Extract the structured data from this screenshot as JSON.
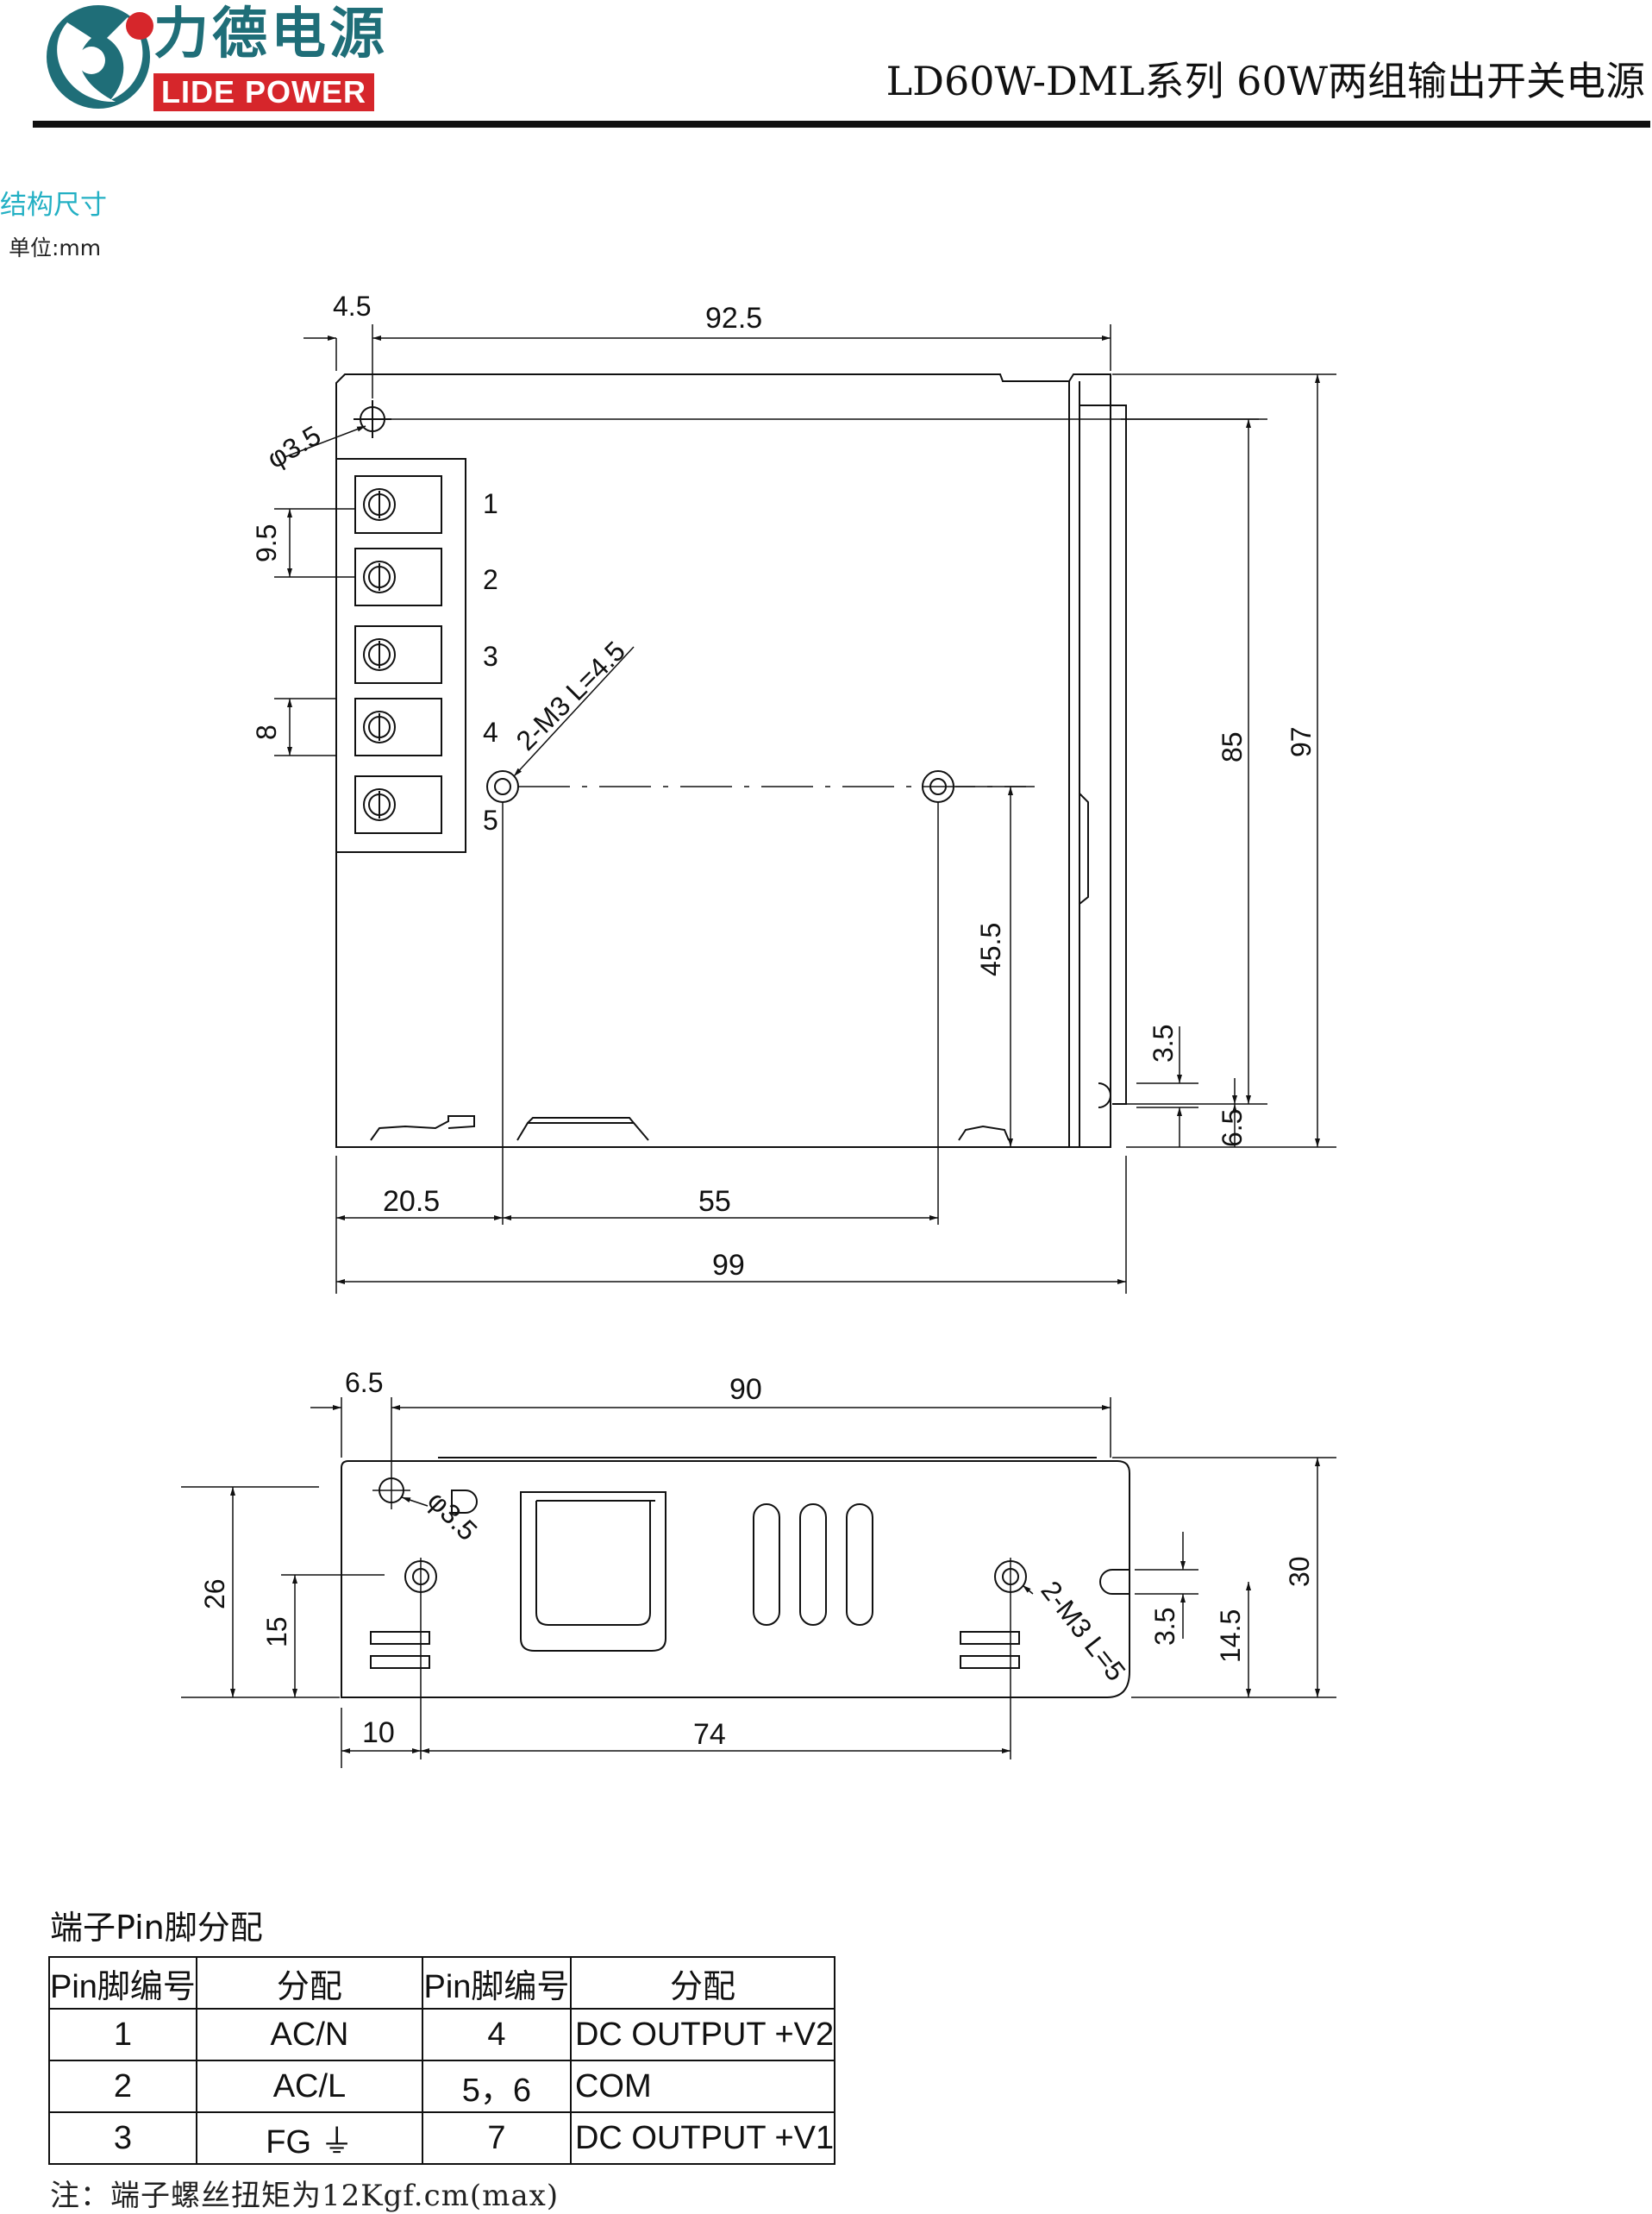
{
  "header": {
    "brand_cn": "力德电源",
    "brand_en": "LIDE POWER",
    "title": "LD60W-DML系列 60W两组输出开关电源"
  },
  "section": {
    "title": "结构尺寸",
    "unit": "单位:mm"
  },
  "top_view": {
    "dims": {
      "hole_offset": "4.5",
      "hole_span": "92.5",
      "hole_dia": "φ3.5",
      "pin_pitch": "9.5",
      "pin_width": "8",
      "screw_label": "2-M3 L=4.5",
      "inner_height": "85",
      "total_height": "97",
      "screw_height": "45.5",
      "notch_width": "3.5",
      "notch_height": "6.5",
      "screw_offset": "20.5",
      "screw_span": "55",
      "total_width": "99"
    },
    "terminal_numbers": [
      "1",
      "2",
      "3",
      "4",
      "5"
    ]
  },
  "side_view": {
    "dims": {
      "hole_offset": "6.5",
      "hole_span": "90",
      "hole_dia": "φ3.5",
      "hole_height": "26",
      "screw_height": "15",
      "screw_label": "2-M3 L=5",
      "notch_width": "3.5",
      "notch_height": "14.5",
      "total_height": "30",
      "screw_offset": "10",
      "screw_span": "74"
    }
  },
  "pin_table": {
    "title": "端子Pin脚分配",
    "headers": [
      "Pin脚编号",
      "分配",
      "Pin脚编号",
      "分配"
    ],
    "rows": [
      [
        "1",
        "AC/N",
        "4",
        "DC OUTPUT +V2"
      ],
      [
        "2",
        "AC/L",
        "5，6",
        "COM"
      ],
      [
        "3",
        "FG ⏚",
        "7",
        "DC OUTPUT +V1"
      ]
    ],
    "note": "注：端子螺丝扭矩为12Kgf.cm(max)"
  }
}
